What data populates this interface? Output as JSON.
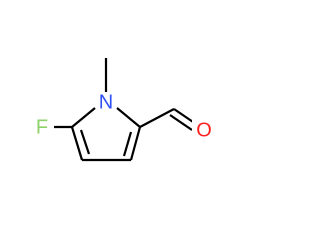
{
  "molecule": {
    "atoms": {
      "fluorine": {
        "label": "F",
        "color": "#8ed16a"
      },
      "nitrogen": {
        "label": "N",
        "color": "#3050f8"
      },
      "oxygen": {
        "label": "O",
        "color": "#ff2020"
      }
    },
    "bond_color": "#000000"
  }
}
